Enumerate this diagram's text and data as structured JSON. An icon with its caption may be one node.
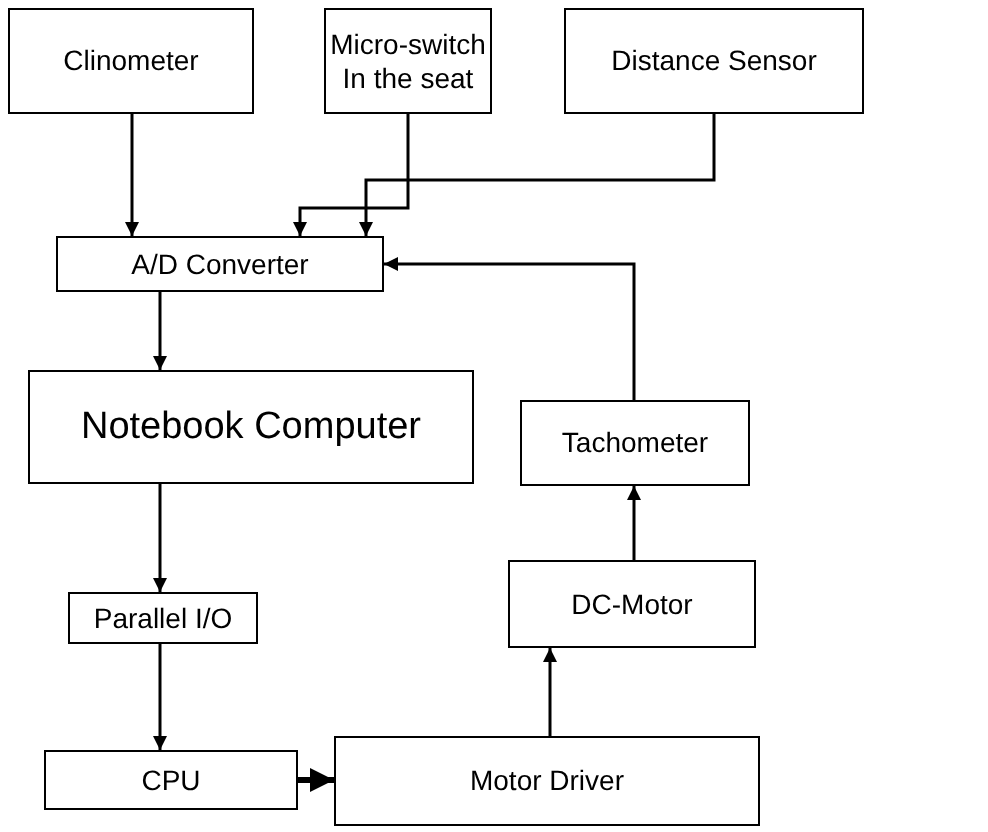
{
  "diagram": {
    "nodes": [
      {
        "text": [
          "Clinometer"
        ]
      },
      {
        "text": [
          "Micro-switch In the seat"
        ]
      },
      {
        "text": [
          "Distance Sensor"
        ]
      },
      {
        "text": [
          "A/D Converter"
        ]
      },
      {
        "text": [
          "Notebook Computer"
        ]
      },
      {
        "text": [
          "Parallel I/O"
        ]
      },
      {
        "text": [
          "CPU"
        ]
      },
      {
        "text": [
          "Motor Driver"
        ]
      },
      {
        "text": [
          "DC-Motor"
        ]
      },
      {
        "text": [
          "Tachometer"
        ]
      }
    ],
    "edges": [
      {
        "from": 0,
        "to": 3,
        "arrow": "to"
      },
      {
        "from": 1,
        "to": 3,
        "arrow": "to"
      },
      {
        "from": 2,
        "to": 3,
        "arrow": "to"
      },
      {
        "from": 9,
        "to": 3,
        "arrow": "to"
      },
      {
        "from": 3,
        "to": 4,
        "arrow": "to"
      },
      {
        "from": 4,
        "to": 5,
        "arrow": "to"
      },
      {
        "from": 5,
        "to": 6,
        "arrow": "to"
      },
      {
        "from": 6,
        "to": 7,
        "arrow": "to",
        "style": "thick"
      },
      {
        "from": 7,
        "to": 8,
        "arrow": "to"
      },
      {
        "from": 8,
        "to": 9,
        "arrow": "to"
      }
    ]
  }
}
